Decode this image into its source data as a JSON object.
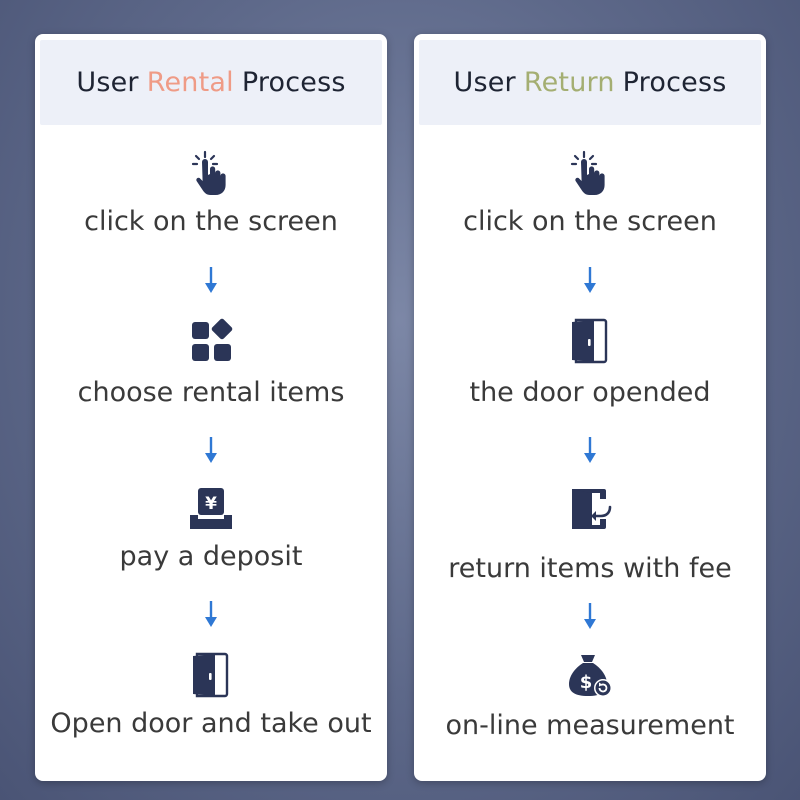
{
  "rental": {
    "title_prefix": "User",
    "title_highlight": "Rental",
    "title_suffix": "Process",
    "steps": [
      {
        "label": "click on the screen",
        "icon": "tap-hand-icon"
      },
      {
        "label": "choose rental items",
        "icon": "grid-apps-icon"
      },
      {
        "label": "pay a deposit",
        "icon": "yen-payment-icon"
      },
      {
        "label": "Open door and take out",
        "icon": "door-open-icon"
      }
    ]
  },
  "return": {
    "title_prefix": "User",
    "title_highlight": "Return",
    "title_suffix": "Process",
    "steps": [
      {
        "label": "click on the screen",
        "icon": "tap-hand-icon"
      },
      {
        "label": "the door opended",
        "icon": "door-open-icon"
      },
      {
        "label": "return items with fee",
        "icon": "door-return-icon"
      },
      {
        "label": "on-line measurement",
        "icon": "money-bag-icon"
      }
    ]
  },
  "colors": {
    "rental_accent": "#ef9b86",
    "return_accent": "#a4ae72",
    "icon_color": "#2b3557",
    "arrow_color": "#2f78d4"
  }
}
